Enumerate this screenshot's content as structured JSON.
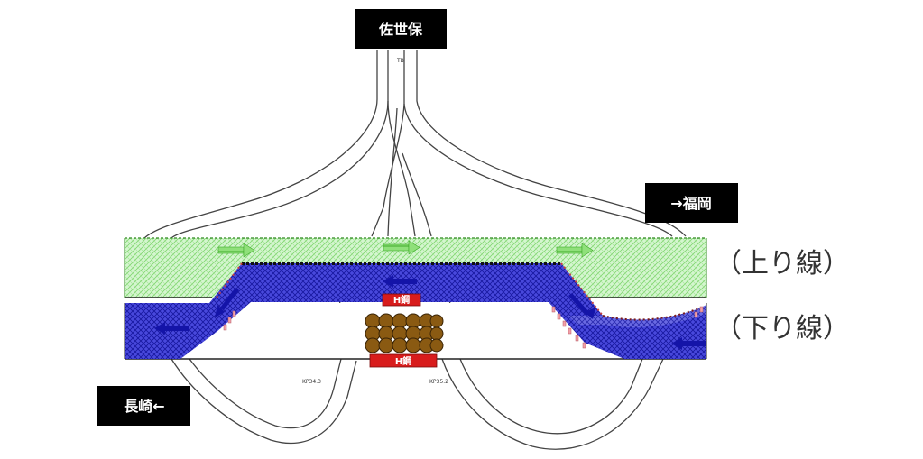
{
  "labels": {
    "sasebo": "佐世保",
    "fukuoka": "→福岡",
    "nagasaki": "長崎←",
    "up_line": "（上り線）",
    "down_line": "（下り線）",
    "h_upper": "H鋼",
    "h_lower": "H鋼",
    "tb": "TB",
    "ramp_left": "KP34.3",
    "ramp_right": "KP35.2"
  },
  "colors": {
    "label_bg": "#000000",
    "up_lane_fill": "#c6f3c0",
    "down_lane_fill": "#3b3bd4",
    "arrow_blue": "#1414a8",
    "arrow_green": "#5fcf3f",
    "h_beam": "#d81c1c",
    "sandbag": "#8a5a12"
  },
  "icons": {
    "up_flow": "green-right-arrow-icon",
    "down_flow": "blue-left-arrow-icon",
    "sandbags": "sandbag-pile-icon",
    "h_beam": "h-beam-icon"
  }
}
